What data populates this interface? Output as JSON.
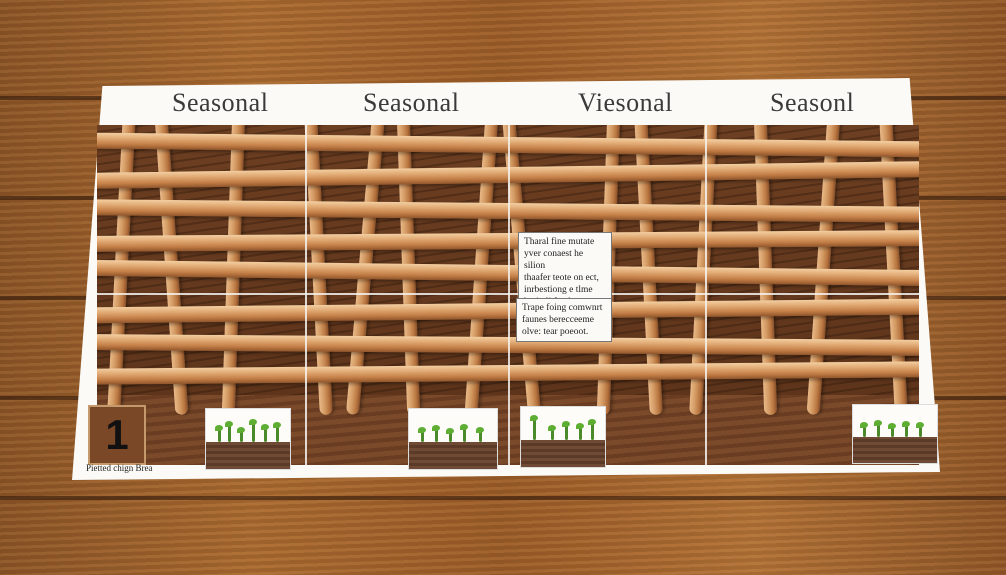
{
  "panel_titles": [
    "Seasonal",
    "Seasonal",
    "Viesonal",
    "Seasonl"
  ],
  "notes": [
    "Tharal fine mutate\nyver conaest he silion\nthaafer teote on ect,\ninrbestiong e tlme\nbotin li fendst.",
    "Trape foing comwnrt\nfaunes berecceeme\nolve: tear poeoot."
  ],
  "badge_number": "1",
  "credit_text": "Pietted chign Brea",
  "colors": {
    "table_wood": "#9a5b27",
    "paper": "#fbfaf6",
    "weave_light": "#e0a872",
    "weave_dark": "#5a3219",
    "sprout_green": "#5fae34"
  },
  "icons": [
    "sprout-icon"
  ]
}
